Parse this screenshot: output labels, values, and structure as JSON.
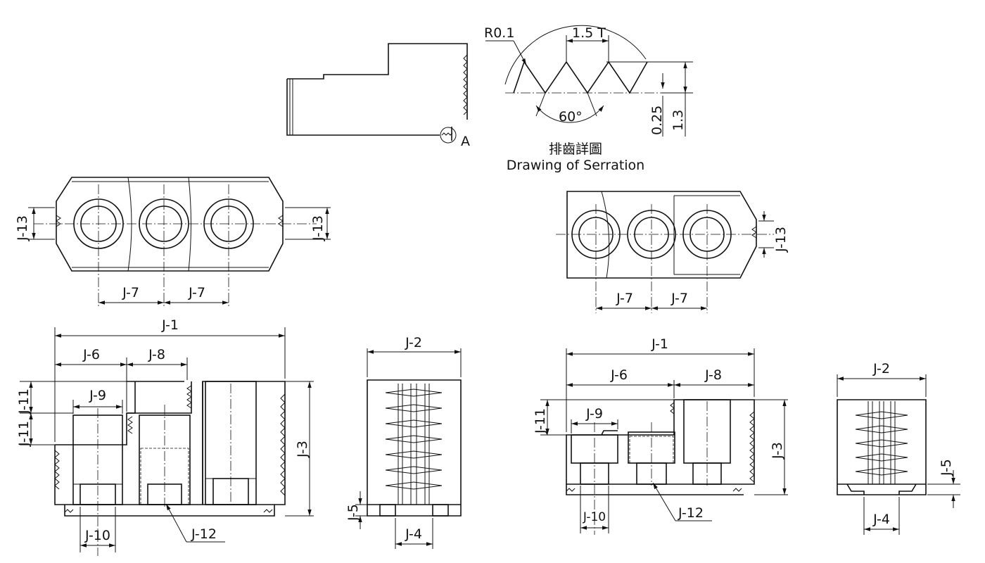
{
  "serration": {
    "radius": "R0.1",
    "pitch": "1.5 T",
    "angle": "60°",
    "depth_small": "0.25",
    "depth_total": "1.3",
    "detail_mark": "A",
    "caption_zh": "排齒詳圖",
    "caption_en": "Drawing of Serration"
  },
  "dims": {
    "j1": "J-1",
    "j2": "J-2",
    "j3": "J-3",
    "j4": "J-4",
    "j5": "J-5",
    "j6": "J-6",
    "j7": "J-7",
    "j8": "J-8",
    "j9": "J-9",
    "j10": "J-10",
    "j11": "J-11",
    "j12": "J-12",
    "j13": "J-13"
  }
}
